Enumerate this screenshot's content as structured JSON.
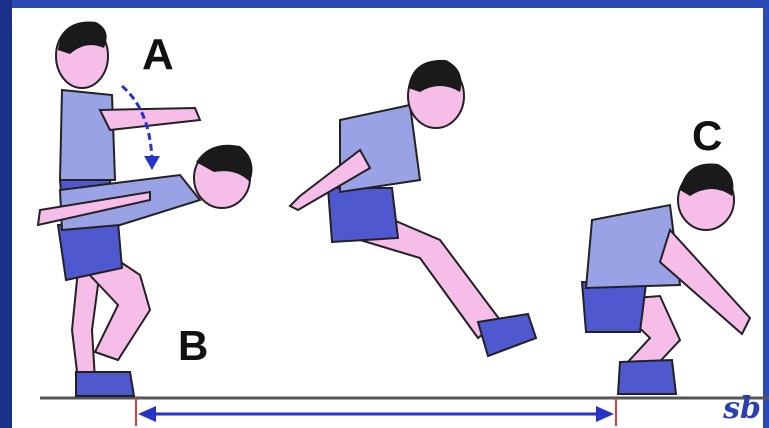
{
  "labels": {
    "a": "A",
    "b": "B",
    "c": "C"
  },
  "signature": "sb",
  "colors": {
    "frame": "#1a2f8a",
    "shirt": "#9aa2e6",
    "shorts": "#5058d0",
    "skin": "#f5bde8",
    "hair": "#1a1a1a",
    "arrow": "#2433c9",
    "mark": "#e23a3a",
    "ground": "#555555"
  },
  "icons": {
    "motion": "curved-arrow-icon",
    "distance": "double-arrow-icon"
  }
}
